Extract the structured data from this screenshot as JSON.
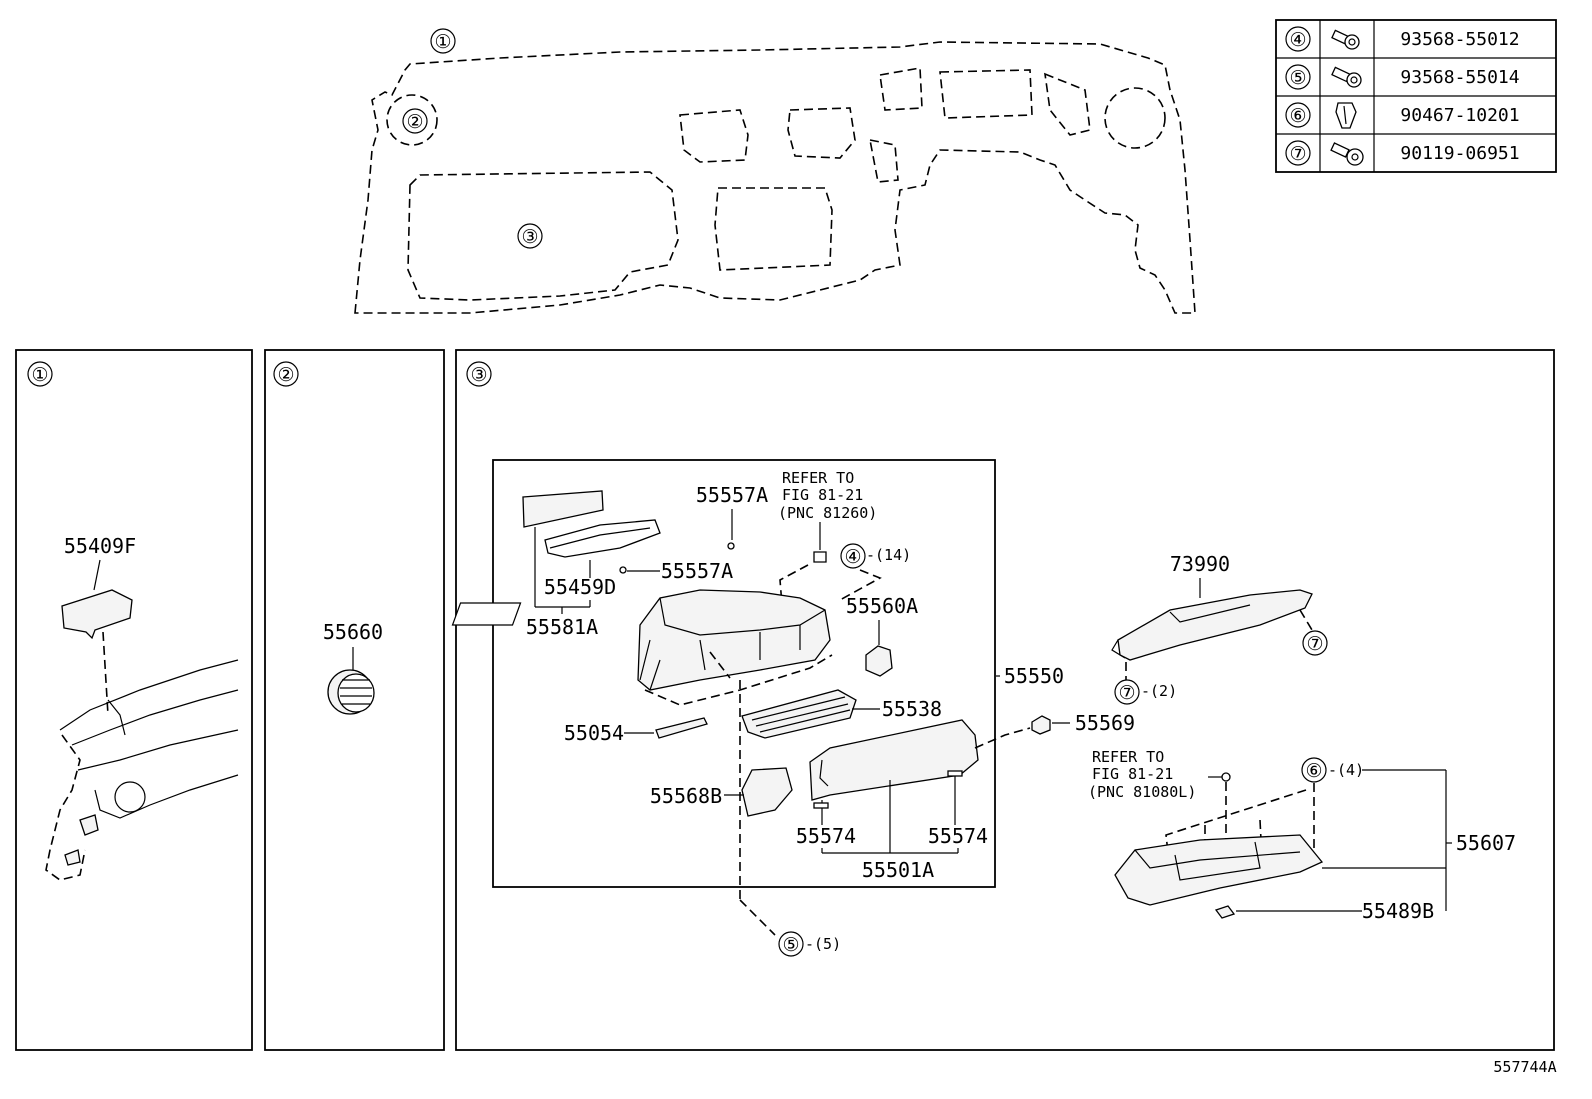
{
  "overview": {
    "ref_1": "①",
    "ref_2": "②",
    "ref_3": "③"
  },
  "fastener_table": [
    {
      "ref": "④",
      "part_no": "93568-55012"
    },
    {
      "ref": "⑤",
      "part_no": "93568-55014"
    },
    {
      "ref": "⑥",
      "part_no": "90467-10201"
    },
    {
      "ref": "⑦",
      "part_no": "90119-06951"
    }
  ],
  "panel_1": {
    "marker": "①",
    "parts": [
      "55409F"
    ]
  },
  "panel_2": {
    "marker": "②",
    "parts": [
      "55660"
    ]
  },
  "panel_3": {
    "marker": "③",
    "refer_a": {
      "line1": "REFER TO",
      "line2": "FIG 81-21",
      "line3": "(PNC 81260)"
    },
    "refer_b": {
      "line1": "REFER TO",
      "line2": "FIG 81-21",
      "line3": "(PNC 81080L)"
    },
    "parts": {
      "p55557A_top": "55557A",
      "p55557A": "55557A",
      "p55459D": "55459D",
      "p55581A": "55581A",
      "p55560A": "55560A",
      "p55550": "55550",
      "p55538": "55538",
      "p55054": "55054",
      "p55568B": "55568B",
      "p55574_l": "55574",
      "p55574_r": "55574",
      "p55501A": "55501A",
      "p55569": "55569",
      "p73990": "73990",
      "p55607": "55607",
      "p55489B": "55489B"
    },
    "callouts": {
      "c4": "④",
      "c4_qty": "-(14)",
      "c5": "⑤",
      "c5_qty": "-(5)",
      "c6": "⑥",
      "c6_qty": "-(4)",
      "c7a": "⑦",
      "c7a_qty": "-(2)",
      "c7b": "⑦"
    }
  },
  "figure_id": "557744A"
}
